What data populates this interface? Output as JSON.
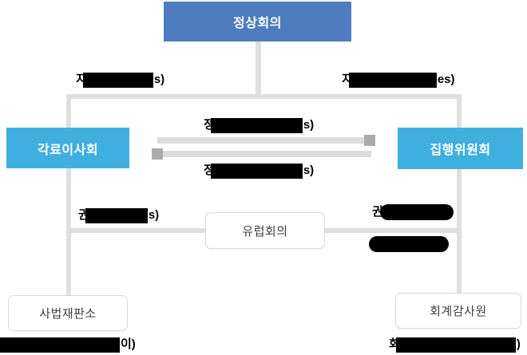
{
  "diagram": {
    "title": "EU organization chart (Korean)",
    "nodes": {
      "summit": {
        "label": "정상회의"
      },
      "council": {
        "label": "각료이사회"
      },
      "commission": {
        "label": "집행위원회"
      },
      "assembly": {
        "label": "유럽회의"
      },
      "court": {
        "label": "사법재판소"
      },
      "audit": {
        "label": "회계감사원"
      }
    },
    "labels": {
      "top_left": {
        "prefix": "지",
        "suffix": "s)"
      },
      "top_right": {
        "prefix": "지",
        "suffix": "es)"
      },
      "between_top": {
        "prefix": "정",
        "suffix": "s)"
      },
      "between_bottom": {
        "prefix": "정",
        "suffix": "s)"
      },
      "left_mid": {
        "prefix": "권",
        "suffix": "s)"
      },
      "right_mid_top": {
        "prefix": "권",
        "suffix": ""
      },
      "right_mid_bottom": {
        "prefix": "",
        "suffix": ""
      },
      "bottom_left": {
        "prefix": "",
        "suffix": "이)"
      },
      "bottom_right": {
        "prefix": "회",
        "suffix": ")"
      }
    },
    "colors": {
      "primary_blue": "#4e7cbe",
      "cyan": "#3fafdf",
      "line_gray": "#dfdfdf",
      "arrow_bar_gray": "#dcdcdc",
      "arrow_head_gray": "#ababab",
      "redaction_black": "#000000",
      "white_node_border": "#d9d9d9"
    }
  }
}
